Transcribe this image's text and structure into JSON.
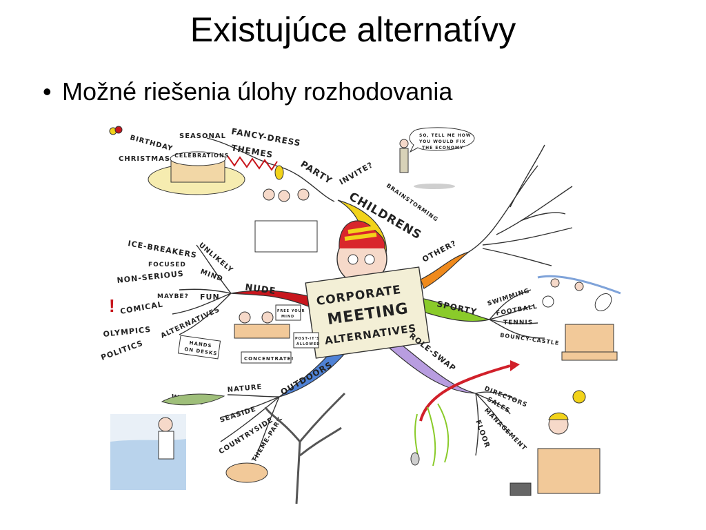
{
  "slide": {
    "title": "Existujúce alternatívy",
    "bullet": "Možné riešenia úlohy rozhodovania"
  },
  "mindmap": {
    "center": [
      "CORPORATE",
      "MEETING",
      "ALTERNATIVES"
    ],
    "branches": {
      "childrens": "CHILDRENS",
      "other": "OTHER?",
      "sporty": "SPORTY",
      "role_swap": "ROLE-SWAP",
      "outdoors": "OUTDOORS",
      "nude": "NUDE"
    },
    "childrens": {
      "invite": "INVITE?",
      "brainstorming": "BRAINSTORMING",
      "party": "PARTY",
      "fancy_dress": "FANCY-DRESS",
      "themes": "THEMES",
      "seasonal": "SEASONAL",
      "celebrations": "CELEBRATIONS",
      "birthday": "BIRTHDAY",
      "christmas": "CHRISTMAS",
      "speech": [
        "SO, TELL ME HOW",
        "YOU WOULD FIX",
        "THE ECONOMY"
      ]
    },
    "sporty": {
      "swimming": "SWIMMING",
      "football": "FOOTBALL",
      "tennis": "TENNIS",
      "bouncy_castle": "BOUNCY-CASTLE"
    },
    "role_swap": {
      "directors": "DIRECTORS",
      "sales": "SALES",
      "management": "MANAGEMENT",
      "floor": "FLOOR"
    },
    "outdoors": {
      "nature": "NATURE",
      "woods": "WOODS",
      "seaside": "SEASIDE",
      "countryside": "COUNTRYSIDE",
      "theme_park": "THEME-PARK"
    },
    "nude": {
      "unlikely": "UNLIKELY",
      "mind": "MIND",
      "ice_breakers": "ICE-BREAKERS",
      "focused": "FOCUSED",
      "non_serious": "NON-SERIOUS",
      "maybe": "MAYBE?",
      "fun": "FUN",
      "comical": "COMICAL",
      "alternatives": "ALTERNATIVES",
      "olympics": "OLYMPICS",
      "politics": "POLITICS",
      "hands_on_desks": [
        "HANDS",
        "ON DESKS"
      ],
      "concentrate": "CONCENTRATE!",
      "free_your_mind": [
        "FREE YOUR",
        "MIND"
      ],
      "post_its": [
        "POST-IT'S",
        "ALLOWED"
      ],
      "exclaim": "!"
    },
    "colors": {
      "childrens": "#f2d31a",
      "other": "#f08a1c",
      "sporty": "#8acb2a",
      "role_swap": "#b89de0",
      "outdoors": "#4f82d6",
      "nude": "#c8161d",
      "arrow": "#d1202a"
    }
  }
}
